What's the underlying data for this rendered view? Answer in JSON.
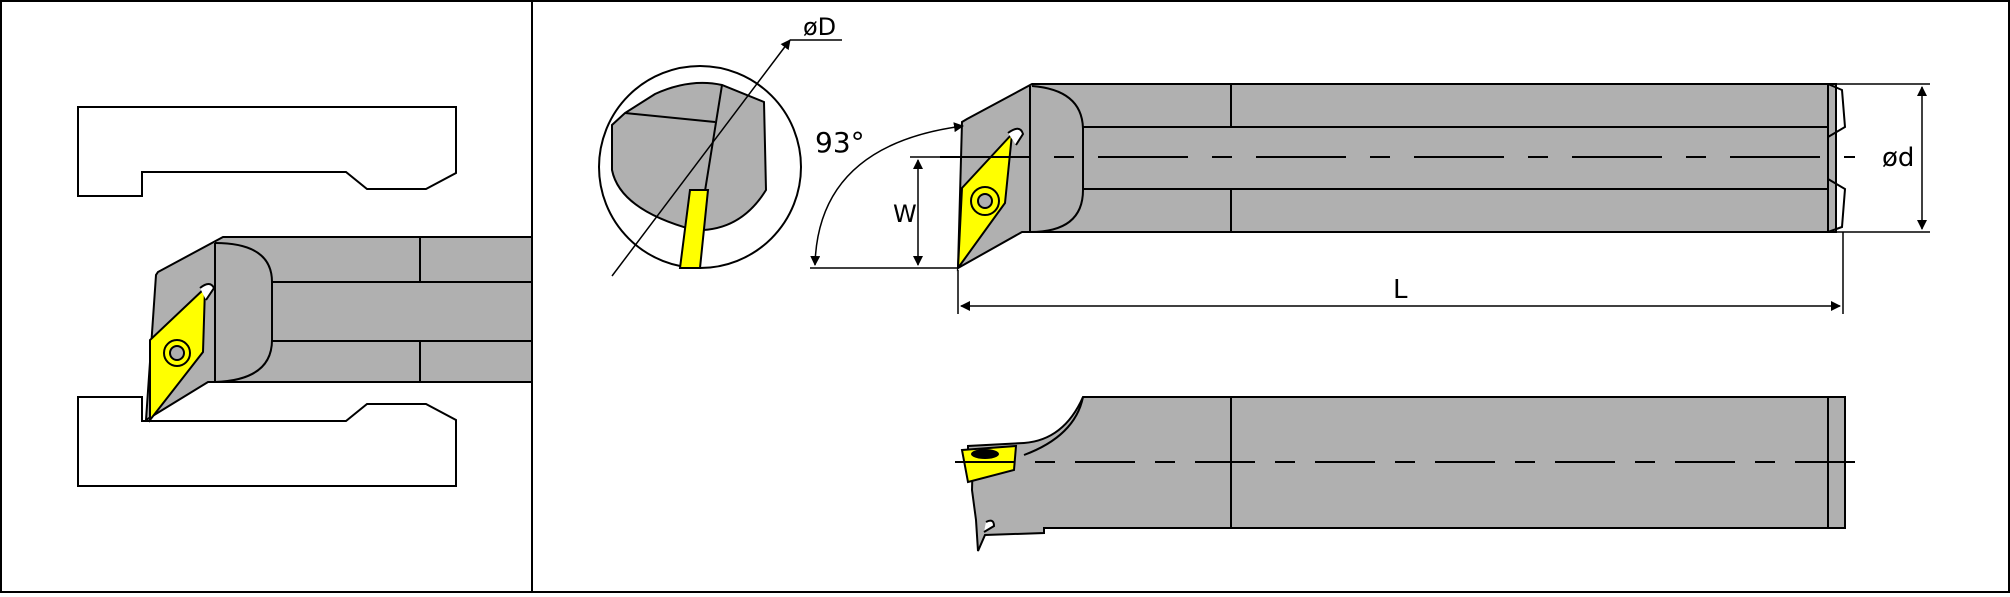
{
  "colors": {
    "holder_gray": "#b0b0b0",
    "insert_yellow": "#ffff00",
    "outline": "#000000",
    "background": "#ffffff"
  },
  "labels": {
    "diameter_bore": "øD",
    "angle": "93°",
    "width": "W",
    "diameter_shank": "ød",
    "length": "L"
  }
}
